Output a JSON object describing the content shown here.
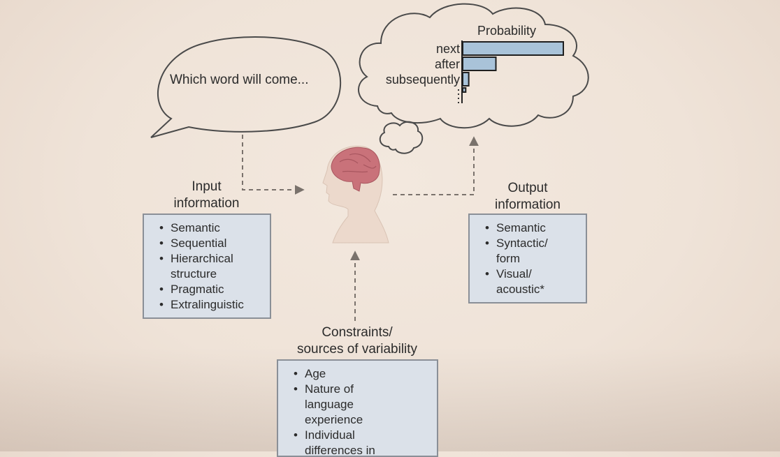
{
  "speech_bubble": {
    "text": "Which word will come..."
  },
  "thought_bubble": {
    "title": "Probability",
    "words": [
      "next",
      "after",
      "subsequently"
    ],
    "probabilities": [
      1.0,
      0.33,
      0.06,
      0.03
    ],
    "bar_fill": "#a9c3d9"
  },
  "input": {
    "heading_line1": "Input",
    "heading_line2": "information",
    "items": [
      "Semantic",
      "Sequential",
      "Hierarchical",
      "structure",
      "Pragmatic",
      "Extralinguistic"
    ]
  },
  "output": {
    "heading_line1": "Output",
    "heading_line2": "information",
    "items": [
      "Semantic",
      "Syntactic/",
      "form",
      "Visual/",
      "acoustic*"
    ]
  },
  "constraints": {
    "heading_line1": "Constraints/",
    "heading_line2": "sources of variability",
    "items": [
      "Age",
      "Nature of",
      "language",
      "experience",
      "Individual",
      "differences in"
    ]
  },
  "colors": {
    "box_fill": "#dbe1e9",
    "box_border": "#8a8f97",
    "arrow": "#7a726c",
    "brain": "#c9727a"
  }
}
